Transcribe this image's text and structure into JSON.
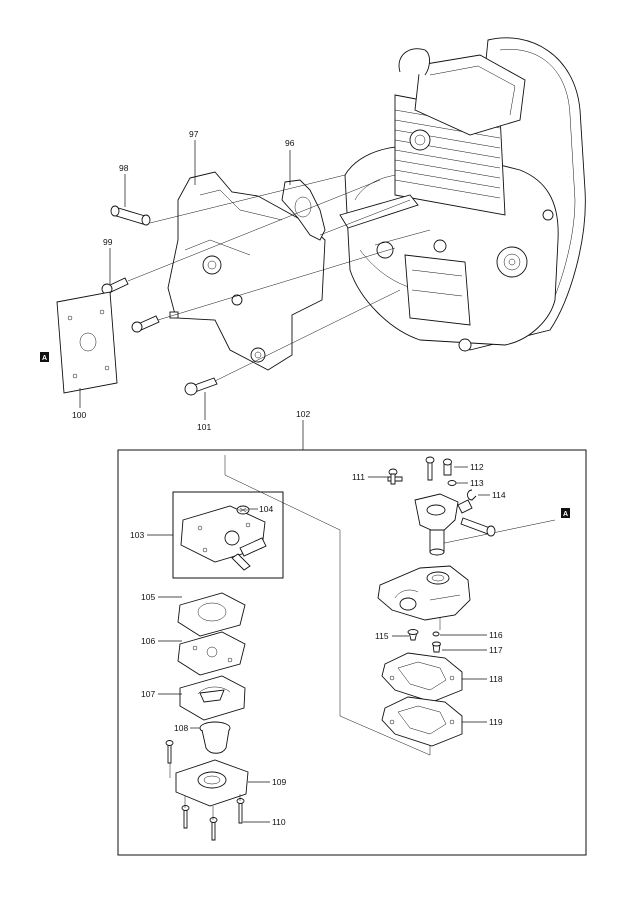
{
  "labels": {
    "p96": "96",
    "p97": "97",
    "p98": "98",
    "p99": "99",
    "p100": "100",
    "p101": "101",
    "p102": "102",
    "p103": "103",
    "p104": "104",
    "p105": "105",
    "p106": "106",
    "p107": "107",
    "p108": "108",
    "p109": "109",
    "p110": "110",
    "p111": "111",
    "p112": "112",
    "p113": "113",
    "p114": "114",
    "p115": "115",
    "p116": "116",
    "p117": "117",
    "p118": "118",
    "p119": "119"
  },
  "markers": {
    "left": "A",
    "right": "A"
  }
}
